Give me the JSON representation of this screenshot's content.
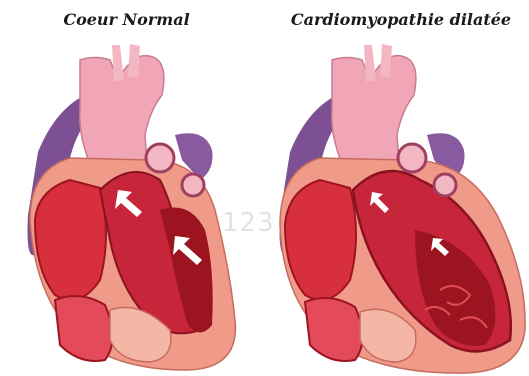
{
  "panels": [
    {
      "title": "Coeur Normal",
      "icon": "normal-heart-illustration"
    },
    {
      "title": "Cardiomyopathie dilatée",
      "icon": "dilated-cardiomyopathy-heart-illustration"
    }
  ],
  "watermark": "123",
  "colors": {
    "aorta": "#f0a6b6",
    "vein": "#7d4f93",
    "muscle": "#c7263a",
    "chamber": "#e34b5a",
    "dark_blood": "#9c1420",
    "outer": "#f09a8a",
    "arrow": "#ffffff"
  }
}
